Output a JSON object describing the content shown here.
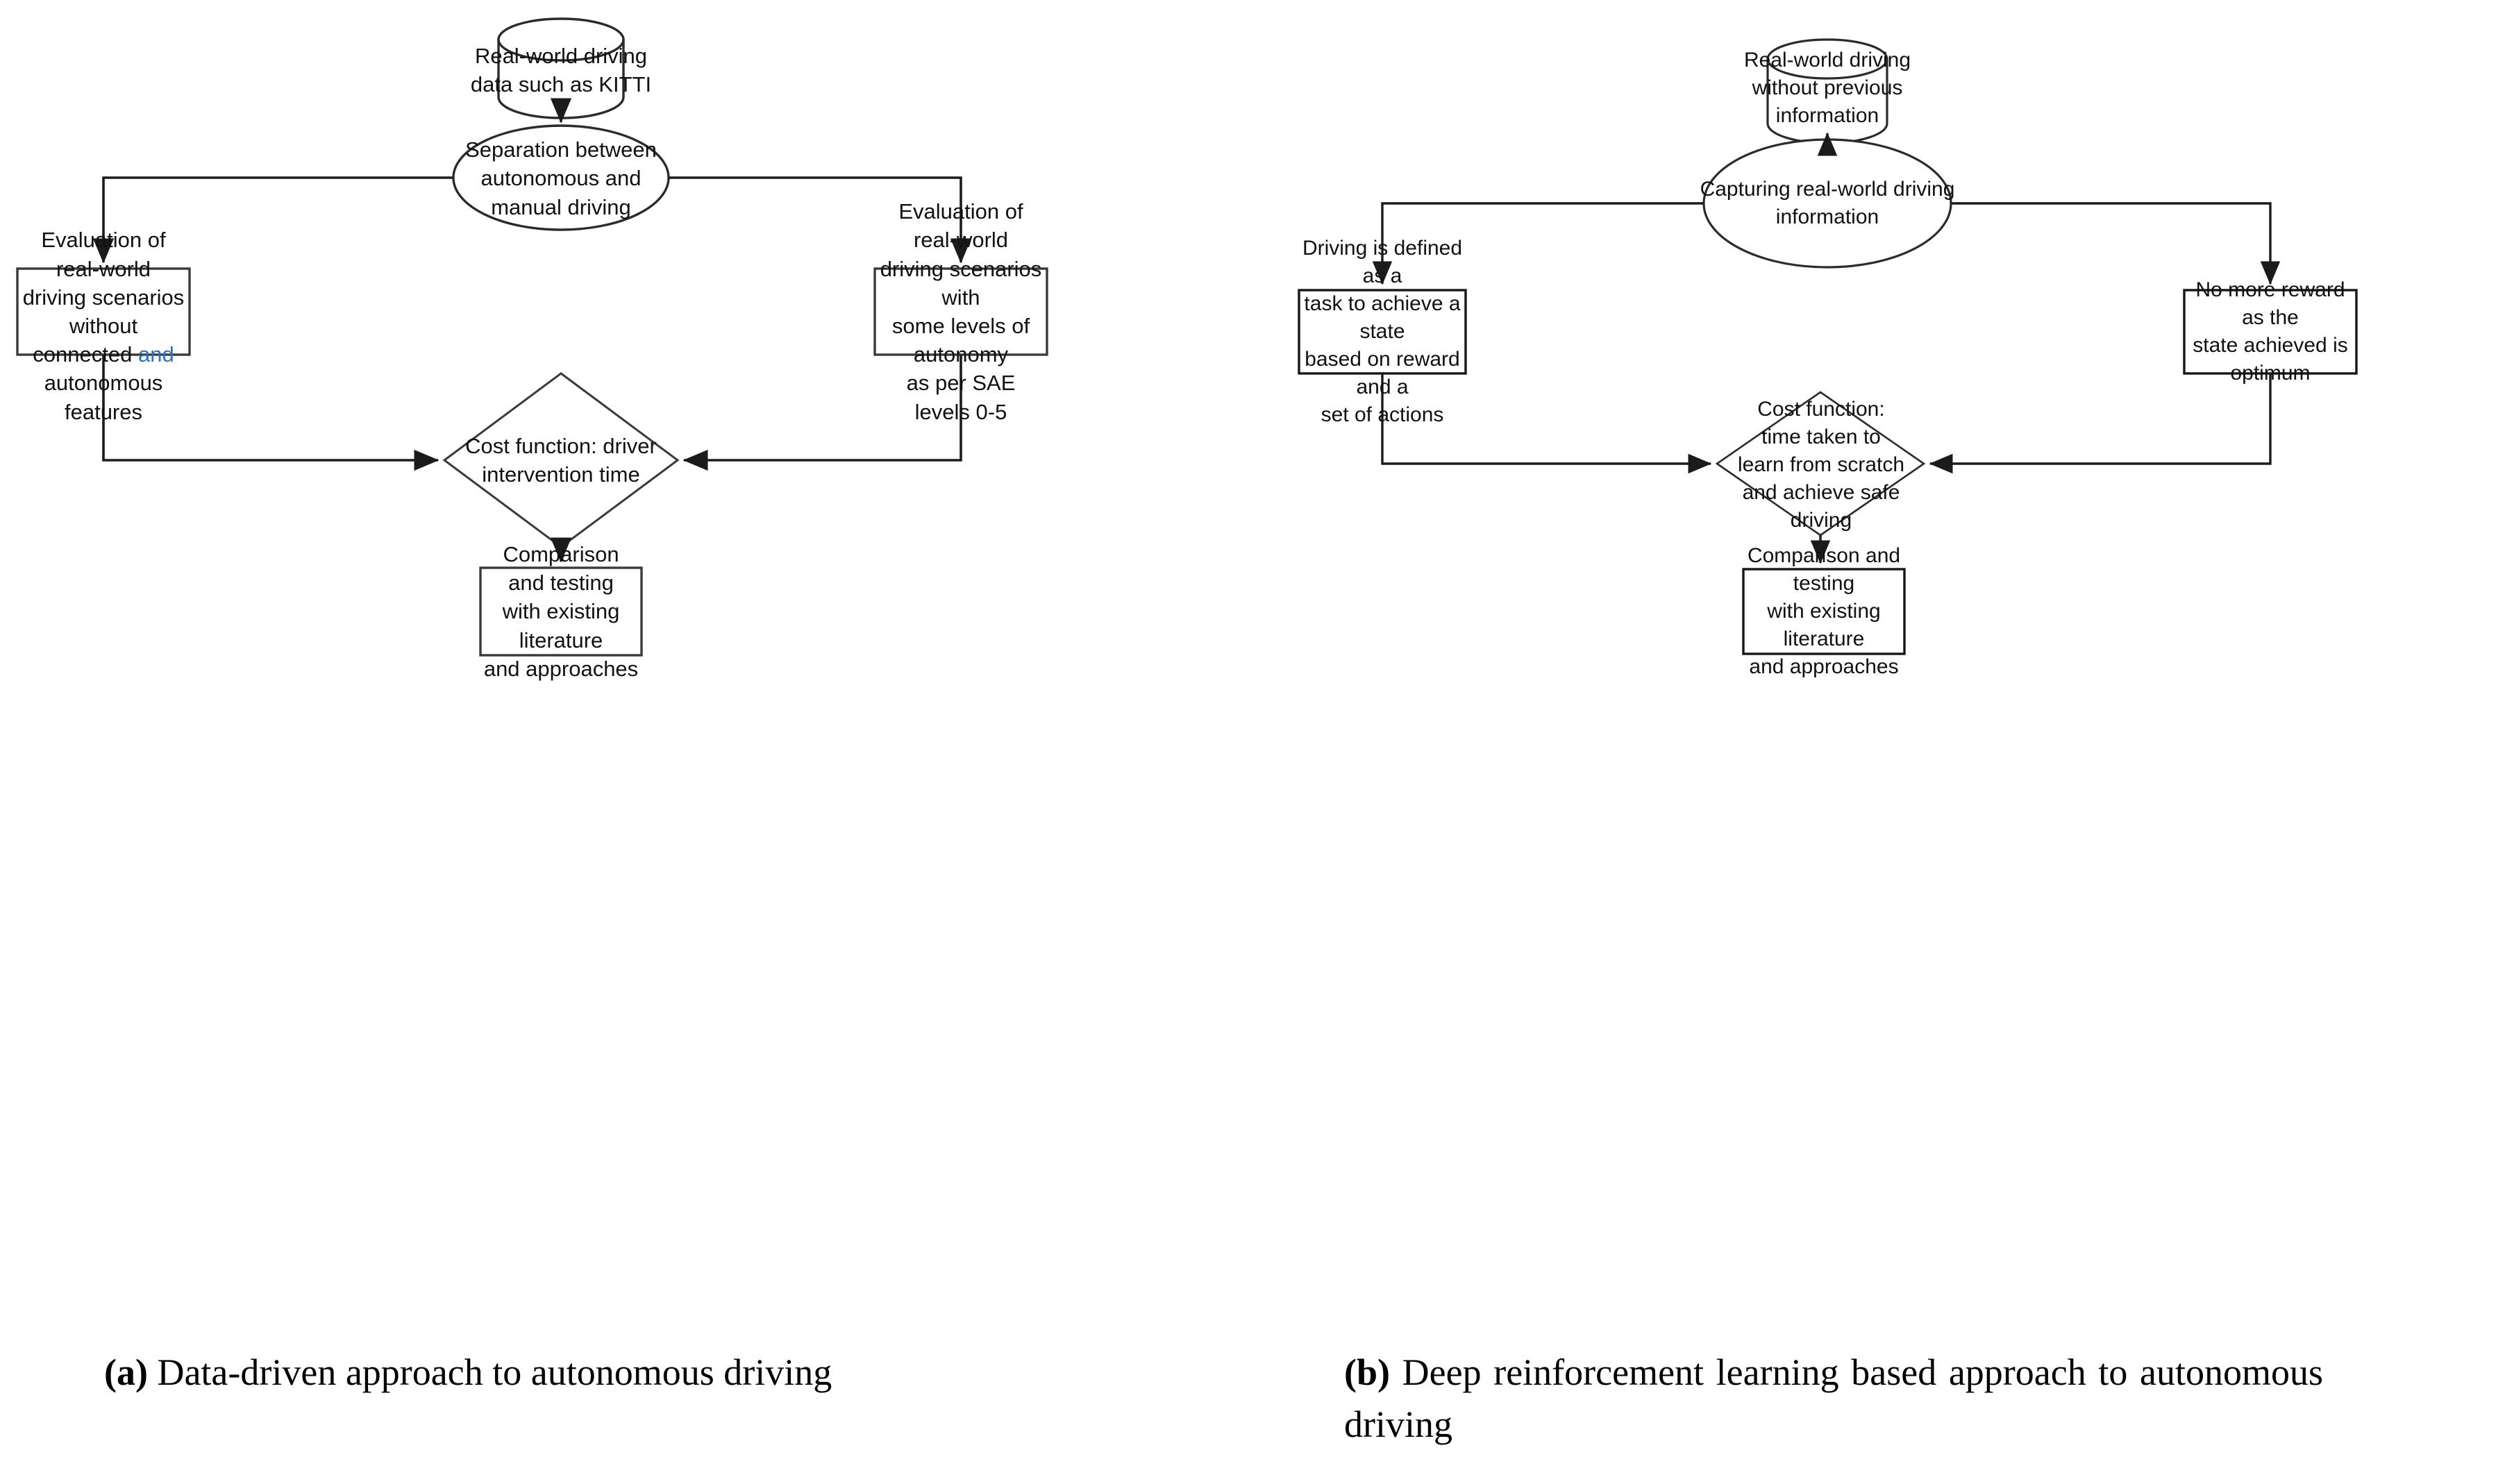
{
  "figure": {
    "type": "flowchart-pair",
    "background": "#ffffff",
    "stroke_color": "#2b2b2b",
    "text_color": "#111111",
    "highlight_color": "#2d6fd0"
  },
  "panels": [
    {
      "id": "a",
      "caption_marker": "(a)",
      "caption_text": "Data-driven approach to autonomous driving",
      "nodes": [
        {
          "id": "a-source",
          "shape": "cylinder",
          "text": "Real-world driving\ndata such as KITTI"
        },
        {
          "id": "a-process",
          "shape": "ellipse",
          "text": "Separation between\nautonomous and\nmanual driving"
        },
        {
          "id": "a-left",
          "shape": "rectangle",
          "text_before": "Evaluation of real-world\ndriving scenarios without\nconnected ",
          "text_highlight": "and",
          "text_after": "\nautonomous features",
          "text": "Evaluation of real-world driving scenarios without connected and autonomous features"
        },
        {
          "id": "a-right",
          "shape": "rectangle",
          "text": "Evaluation of real-world\ndriving scenarios with\nsome levels of autonomy\nas per SAE levels 0-5"
        },
        {
          "id": "a-diamond",
          "shape": "diamond",
          "text": "Cost function: driver\nintervention time"
        },
        {
          "id": "a-bottom",
          "shape": "rectangle",
          "text": "Comparison and testing\nwith existing literature\nand approaches"
        }
      ],
      "edges": [
        {
          "from": "a-source",
          "to": "a-process",
          "style": "straight-down",
          "arrow": true
        },
        {
          "from": "a-process",
          "to": "a-left",
          "style": "left-then-down",
          "arrow": true
        },
        {
          "from": "a-process",
          "to": "a-right",
          "style": "right-then-down",
          "arrow": true
        },
        {
          "from": "a-left",
          "to": "a-diamond",
          "style": "down-then-right",
          "arrow": true
        },
        {
          "from": "a-right",
          "to": "a-diamond",
          "style": "down-then-left",
          "arrow": true
        },
        {
          "from": "a-diamond",
          "to": "a-bottom",
          "style": "straight-down",
          "arrow": true
        }
      ]
    },
    {
      "id": "b",
      "caption_marker": "(b)",
      "caption_text": "Deep reinforcement learning based approach to autonomous driving",
      "nodes": [
        {
          "id": "b-source",
          "shape": "cylinder",
          "text": "Real-world driving\nwithout previous\ninformation"
        },
        {
          "id": "b-process",
          "shape": "ellipse",
          "text": "Capturing real-world driving\ninformation"
        },
        {
          "id": "b-left",
          "shape": "rectangle",
          "text": "Driving is defined as a\ntask to achieve a state\nbased on reward and a\nset of actions"
        },
        {
          "id": "b-right",
          "shape": "rectangle",
          "text": "No more reward as the\nstate achieved is\noptimum"
        },
        {
          "id": "b-diamond",
          "shape": "diamond",
          "text": "Cost function:\ntime taken to\nlearn from scratch\nand achieve safe\ndriving"
        },
        {
          "id": "b-bottom",
          "shape": "rectangle",
          "text": "Comparison and testing\nwith existing literature\nand approaches"
        }
      ],
      "edges": [
        {
          "from": "b-source",
          "to": "b-process",
          "style": "straight-down",
          "arrow": true
        },
        {
          "from": "b-process",
          "to": "b-left",
          "style": "left-then-down",
          "arrow": true
        },
        {
          "from": "b-process",
          "to": "b-right",
          "style": "right-then-down",
          "arrow": true
        },
        {
          "from": "b-left",
          "to": "b-diamond",
          "style": "down-then-right",
          "arrow": true
        },
        {
          "from": "b-right",
          "to": "b-diamond",
          "style": "down-then-left",
          "arrow": true
        },
        {
          "from": "b-diamond",
          "to": "b-bottom",
          "style": "straight-down",
          "arrow": true
        }
      ]
    }
  ]
}
